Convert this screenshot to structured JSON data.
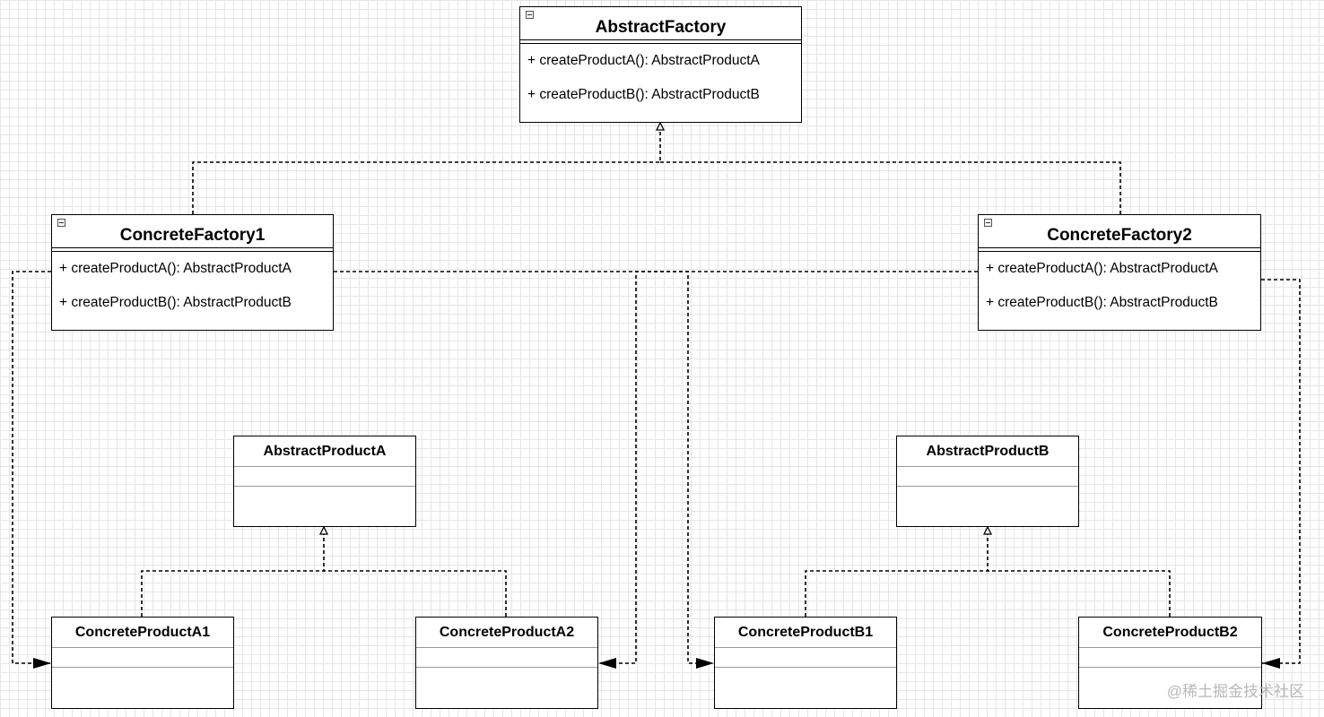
{
  "classes": {
    "abstract_factory": {
      "name": "AbstractFactory",
      "methods": [
        "+ createProductA(): AbstractProductA",
        "+ createProductB(): AbstractProductB"
      ]
    },
    "concrete_factory1": {
      "name": "ConcreteFactory1",
      "methods": [
        "+ createProductA(): AbstractProductA",
        "+ createProductB(): AbstractProductB"
      ]
    },
    "concrete_factory2": {
      "name": "ConcreteFactory2",
      "methods": [
        "+ createProductA(): AbstractProductA",
        "+ createProductB(): AbstractProductB"
      ]
    },
    "abstract_product_a": {
      "name": "AbstractProductA"
    },
    "abstract_product_b": {
      "name": "AbstractProductB"
    },
    "concrete_product_a1": {
      "name": "ConcreteProductA1"
    },
    "concrete_product_a2": {
      "name": "ConcreteProductA2"
    },
    "concrete_product_b1": {
      "name": "ConcreteProductB1"
    },
    "concrete_product_b2": {
      "name": "ConcreteProductB2"
    }
  },
  "relations": [
    {
      "type": "realization",
      "from": "ConcreteFactory1",
      "to": "AbstractFactory"
    },
    {
      "type": "realization",
      "from": "ConcreteFactory2",
      "to": "AbstractFactory"
    },
    {
      "type": "realization",
      "from": "ConcreteProductA1",
      "to": "AbstractProductA"
    },
    {
      "type": "realization",
      "from": "ConcreteProductA2",
      "to": "AbstractProductA"
    },
    {
      "type": "realization",
      "from": "ConcreteProductB1",
      "to": "AbstractProductB"
    },
    {
      "type": "realization",
      "from": "ConcreteProductB2",
      "to": "AbstractProductB"
    },
    {
      "type": "dependency",
      "from": "ConcreteFactory1",
      "to": "ConcreteProductA1"
    },
    {
      "type": "dependency",
      "from": "ConcreteFactory1",
      "to": "ConcreteProductB1"
    },
    {
      "type": "dependency",
      "from": "ConcreteFactory2",
      "to": "ConcreteProductA2"
    },
    {
      "type": "dependency",
      "from": "ConcreteFactory2",
      "to": "ConcreteProductB2"
    }
  ],
  "watermark": "@稀土掘金技术社区"
}
